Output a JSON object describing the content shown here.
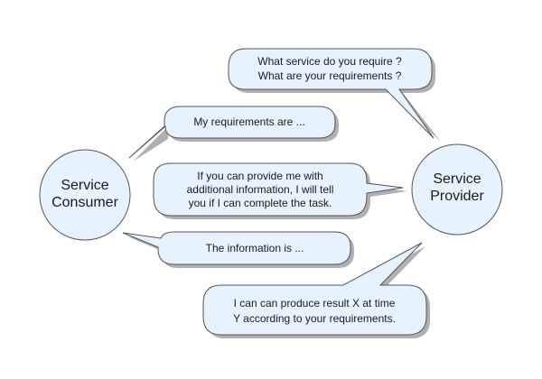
{
  "nodes": {
    "consumer": {
      "line1": "Service",
      "line2": "Consumer"
    },
    "provider": {
      "line1": "Service",
      "line2": "Provider"
    }
  },
  "messages": {
    "provider_question": {
      "line1": "What service do you require ?",
      "line2": "What are your requirements ?"
    },
    "consumer_requirements": {
      "line1": "My requirements are ..."
    },
    "provider_info_request": {
      "line1": "If you can provide me with",
      "line2": "additional information, I will tell",
      "line3": "you if I can complete the task."
    },
    "consumer_information": {
      "line1": "The information is ..."
    },
    "provider_result": {
      "line1": "I can can produce result X at time",
      "line2": "Y according to your requirements."
    }
  },
  "colors": {
    "fill": "#e6f3ff",
    "stroke": "#555555",
    "shadow": "#b0b0b0",
    "text": "#1a1a1a"
  }
}
